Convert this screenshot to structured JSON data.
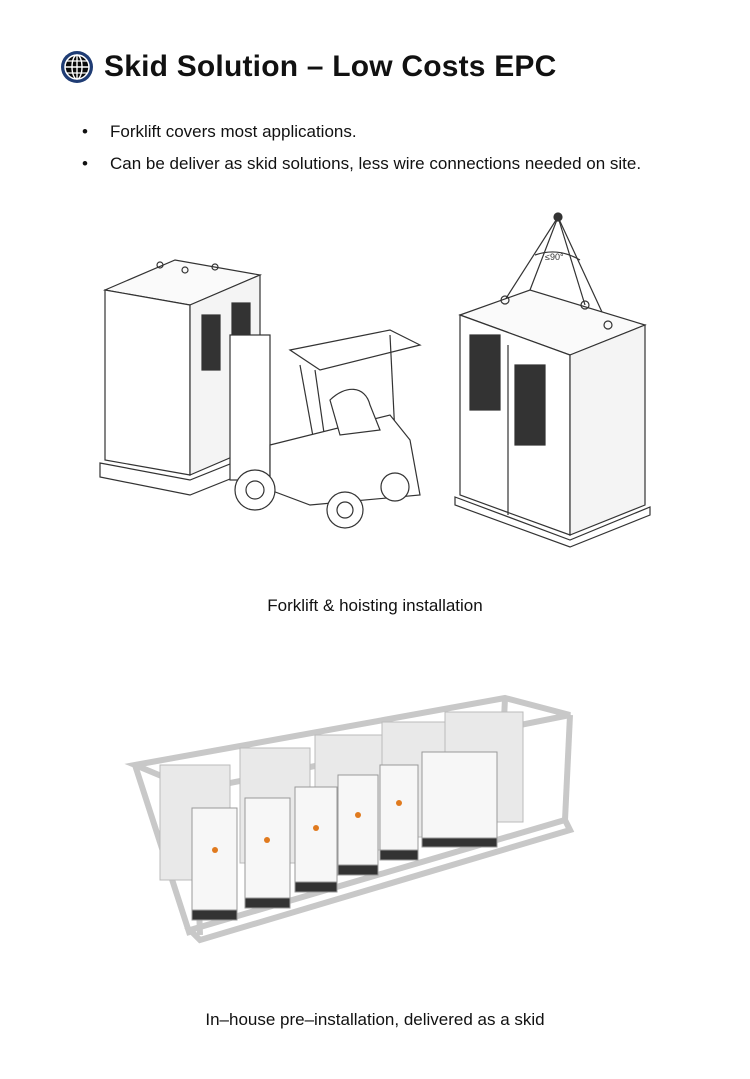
{
  "header": {
    "title": "Skid Solution – Low Costs EPC",
    "icon": "globe-icon",
    "icon_color": "#1f3c74"
  },
  "bullets": [
    {
      "text": "Forklift covers most applications."
    },
    {
      "text": "Can be deliver as skid solutions, less wire connections needed on site."
    }
  ],
  "figure1": {
    "caption": "Forklift & hoisting installation",
    "angle_label": "≤90°"
  },
  "figure2": {
    "caption": "In–house pre–installation, delivered as a skid"
  }
}
